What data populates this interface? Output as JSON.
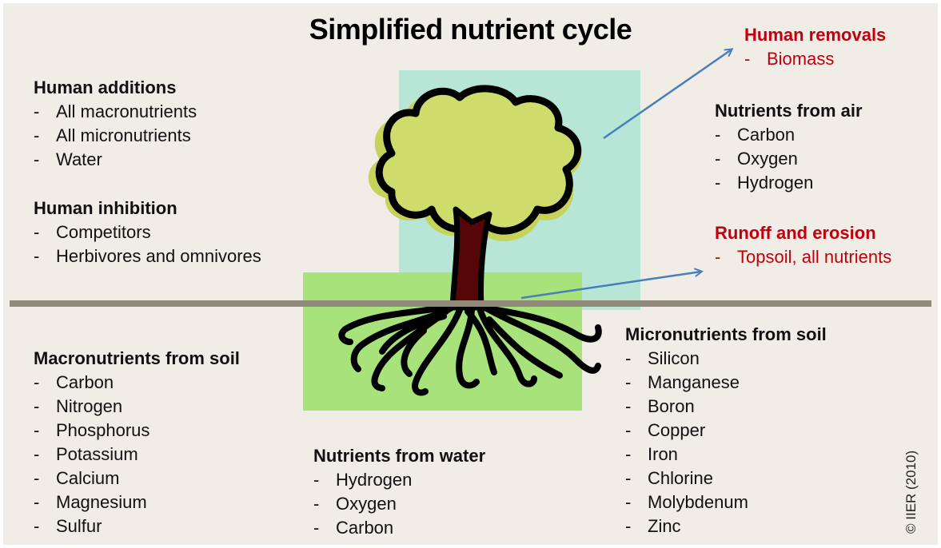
{
  "title": "Simplified nutrient cycle",
  "colors": {
    "background": "#efede6",
    "sky_box": "#b7e5d6",
    "soil_box": "#a7e27b",
    "canopy": "#cddc6b",
    "canopy_shadow": "#c6d35a",
    "trunk": "#560606",
    "ground_line": "#8f8a7a",
    "arrow": "#4a7ebb",
    "red_text": "#c0000f"
  },
  "icons": [
    "tree-icon",
    "arrow-to-removals-icon",
    "arrow-to-runoff-icon"
  ],
  "human_additions": {
    "heading": "Human additions",
    "items": [
      "All macronutrients",
      "All micronutrients",
      "Water"
    ]
  },
  "human_inhibition": {
    "heading": "Human inhibition",
    "items": [
      "Competitors",
      "Herbivores and omnivores"
    ]
  },
  "human_removals": {
    "heading": "Human removals",
    "items": [
      "Biomass"
    ]
  },
  "nutrients_air": {
    "heading": "Nutrients from air",
    "items": [
      "Carbon",
      "Oxygen",
      "Hydrogen"
    ]
  },
  "runoff": {
    "heading": "Runoff and erosion",
    "items": [
      "Topsoil, all nutrients"
    ]
  },
  "macronutrients": {
    "heading": "Macronutrients from soil",
    "items": [
      "Carbon",
      "Nitrogen",
      "Phosphorus",
      "Potassium",
      "Calcium",
      "Magnesium",
      "Sulfur"
    ]
  },
  "nutrients_water": {
    "heading": "Nutrients from water",
    "items": [
      "Hydrogen",
      "Oxygen",
      "Carbon"
    ]
  },
  "micronutrients": {
    "heading": "Micronutrients from soil",
    "items": [
      "Silicon",
      "Manganese",
      "Boron",
      "Copper",
      "Iron",
      "Chlorine",
      "Molybdenum",
      "Zinc"
    ]
  },
  "bullet": "-",
  "copyright": "© IIER (2010)"
}
